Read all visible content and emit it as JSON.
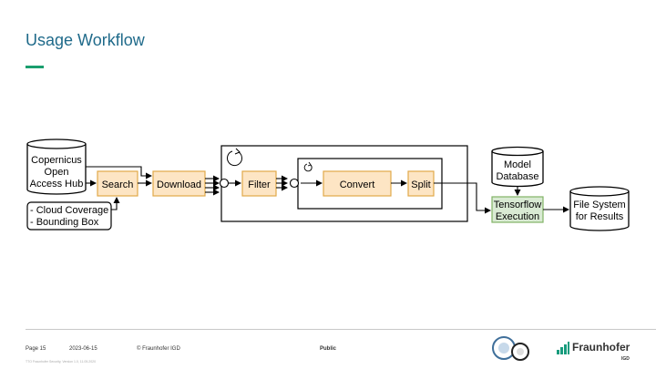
{
  "slide": {
    "title": "Usage Workflow"
  },
  "diagram": {
    "db_copernicus": [
      "Copernicus",
      "Open",
      "Access Hub"
    ],
    "search": "Search",
    "download": "Download",
    "filter": "Filter",
    "convert": "Convert",
    "split": "Split",
    "params": [
      "- Cloud Coverage",
      "- Bounding Box"
    ],
    "db_model": [
      "Model",
      "Database"
    ],
    "tensorflow": [
      "Tensorflow",
      "Execution"
    ],
    "db_results": [
      "File System",
      "for Results"
    ]
  },
  "footer": {
    "page": "Page 15",
    "date": "2023-06-15",
    "copyright": "© Fraunhofer IGD",
    "classification": "Public",
    "small_print": "TTO Fraunhofer Security, Version 1.0, 11.05.2020",
    "brand_name": "Fraunhofer",
    "brand_unit": "IGD"
  },
  "colors": {
    "title": "#1f6a8a",
    "accent": "#1a9e6e",
    "process_fill": "#fde5c4",
    "process_stroke": "#e1a94a",
    "tf_fill": "#d9ead3",
    "tf_stroke": "#82b366"
  }
}
